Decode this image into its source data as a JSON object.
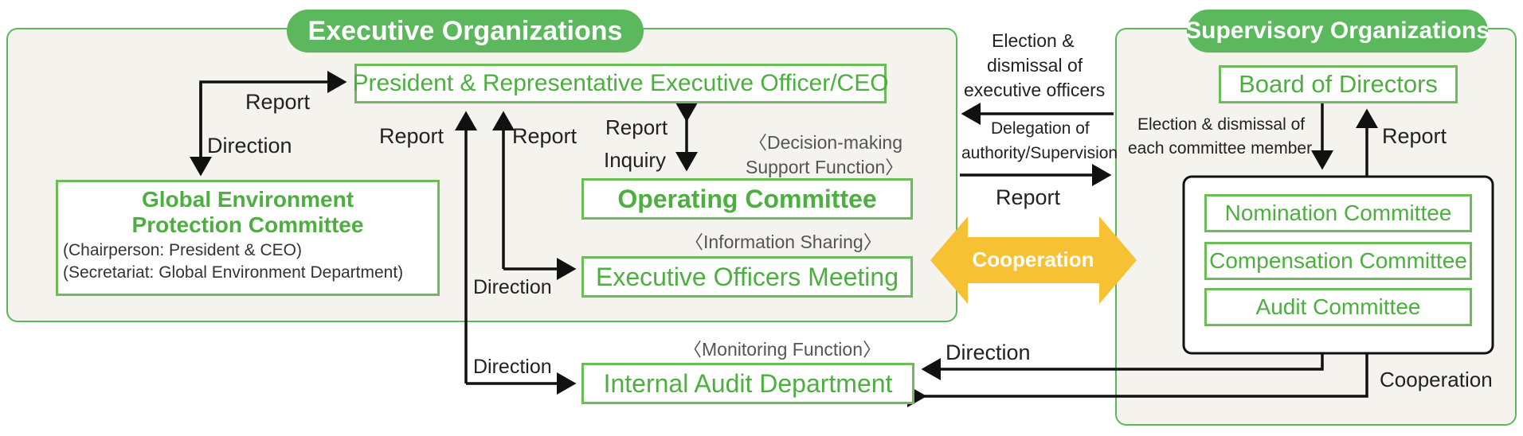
{
  "executive": {
    "title": "Executive Organizations",
    "president": "President & Representative Executive Officer/CEO",
    "global_env_title_1": "Global Environment",
    "global_env_title_2": "Protection Committee",
    "global_env_note_1": "(Chairperson: President & CEO)",
    "global_env_note_2": "(Secretariat: Global Environment Department)",
    "operating_committee": "Operating Committee",
    "operating_committee_caption_1": "〈Decision-making",
    "operating_committee_caption_2": "Support Function〉",
    "executive_officers_meeting": "Executive Officers Meeting",
    "executive_officers_meeting_caption": "〈Information Sharing〉",
    "internal_audit": "Internal Audit Department",
    "internal_audit_caption": "〈Monitoring Function〉"
  },
  "supervisory": {
    "title": "Supervisory Organizations",
    "board": "Board of Directors",
    "committees": [
      "Nomination Committee",
      "Compensation Committee",
      "Audit Committee"
    ]
  },
  "labels": {
    "report": "Report",
    "direction": "Direction",
    "inquiry": "Inquiry",
    "election_1": "Election &",
    "election_2": "dismissal of",
    "election_3": "executive officers",
    "delegation_1": "Delegation of",
    "delegation_2": "authority/Supervision",
    "election_member_1": "Election & dismissal of",
    "election_member_2": "each committee member",
    "cooperation": "Cooperation"
  },
  "colors": {
    "green": "#5cb85c",
    "panel_bg": "#f4f3ee",
    "cooperation": "#f7c134"
  }
}
